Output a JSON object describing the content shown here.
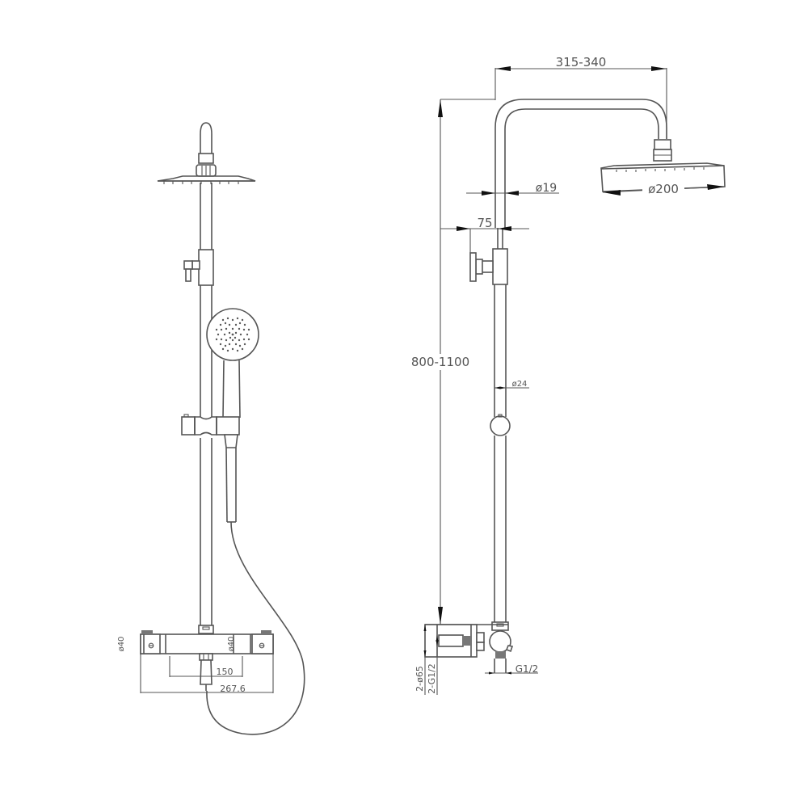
{
  "drawing": {
    "type": "technical-drawing",
    "subject": "Thermostatic shower column",
    "stroke_color": "#555555",
    "arrow_color": "#111111",
    "background": "#ffffff"
  },
  "front_view": {
    "dimensions": {
      "valve_body_diameter_left": "ø40",
      "valve_body_diameter_right": "ø40",
      "inlet_spacing": "150",
      "overall_width": "267.6"
    }
  },
  "side_view": {
    "dimensions": {
      "arm_projection": "315-340",
      "arm_diameter": "ø19",
      "overhead_shower_diameter": "ø200",
      "diverter_offset": "75",
      "column_height": "800-1100",
      "column_diameter": "ø24",
      "wall_cover_diameter": "2-ø65",
      "wall_connection_thread": "2-G1/2",
      "outlet_thread": "G1/2"
    }
  }
}
